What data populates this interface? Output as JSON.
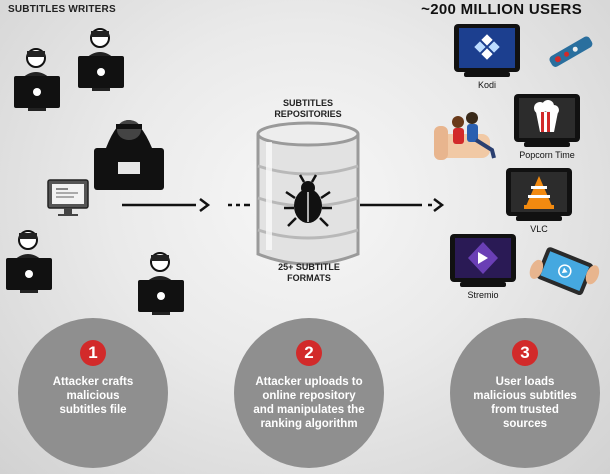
{
  "header": {
    "left_title": "SUBTITLES WRITERS",
    "right_title": "~200 MILLION USERS"
  },
  "center": {
    "repo_label": "SUBTITLES\nREPOSITORIES",
    "formats_label": "25+ SUBTITLE\nFORMATS"
  },
  "players": [
    {
      "name": "Kodi"
    },
    {
      "name": "Popcorn Time"
    },
    {
      "name": "VLC"
    },
    {
      "name": "Stremio"
    }
  ],
  "steps": [
    {
      "number": "1",
      "text": "Attacker crafts\nmalicious\nsubtitles file"
    },
    {
      "number": "2",
      "text": "Attacker uploads to\nonline repository\nand manipulates the\nranking algorithm"
    },
    {
      "number": "3",
      "text": "User loads\nmalicious subtitles\nfrom trusted\nsources"
    }
  ],
  "colors": {
    "accent_red": "#d22a2a",
    "circle_gray": "#8f8f8f",
    "dark": "#111111",
    "kodi_blue": "#1c7fd1",
    "vlc_orange": "#f28a10",
    "stremio_purple": "#6a3fb5"
  }
}
